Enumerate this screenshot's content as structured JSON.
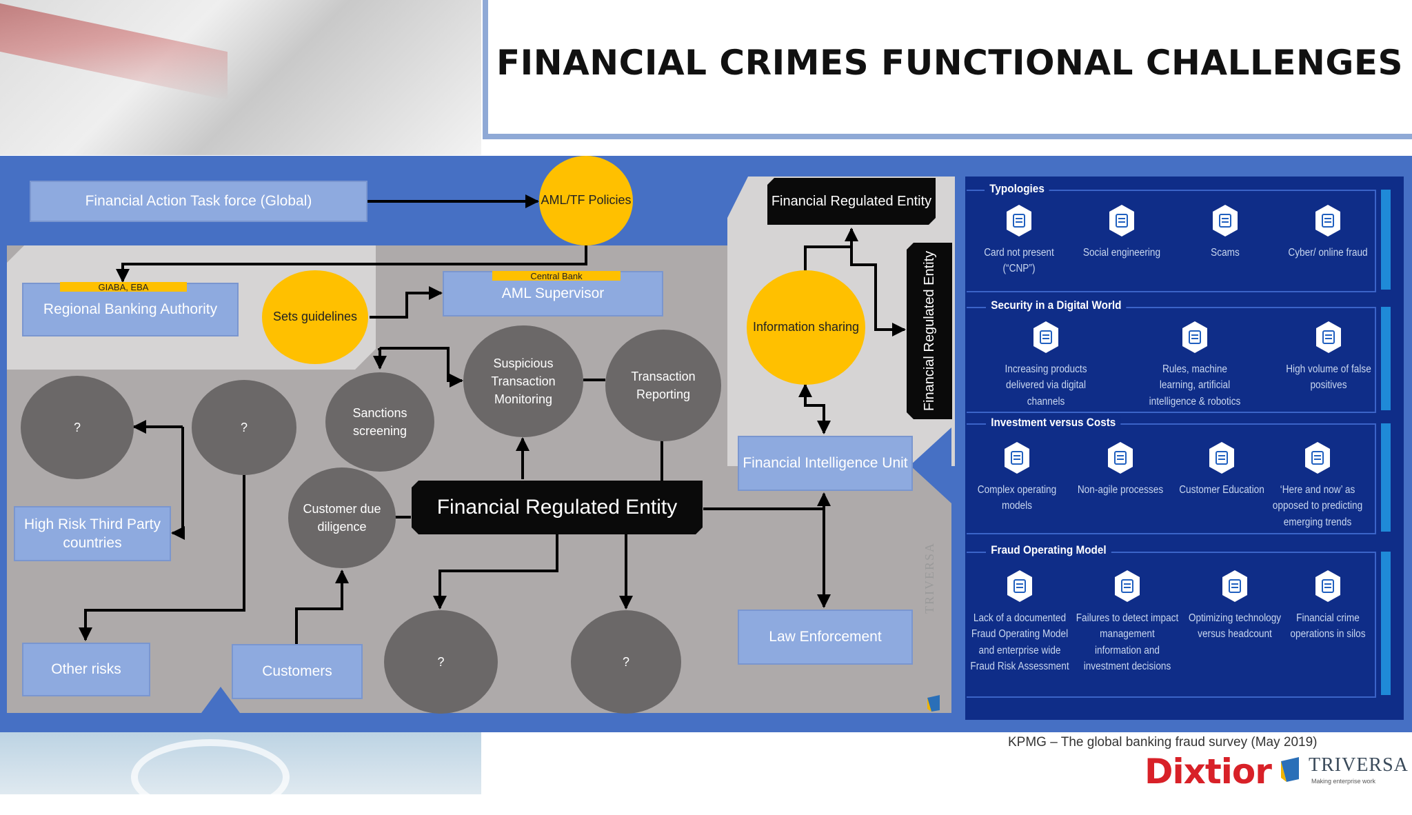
{
  "slide": {
    "title": "FINANCIAL CRIMES FUNCTIONAL CHALLENGES",
    "source": "KPMG – The global banking fraud survey (May 2019)",
    "brand_logo": "Dixtior",
    "partner_logo": "TRIVERSA",
    "partner_tagline": "Making enterprise work",
    "colors": {
      "frame_blue": "#4670c4",
      "accent_yellow": "#ffc000",
      "panel_navy": "#0f2d88",
      "brand_red": "#d82128"
    }
  },
  "diagram": {
    "fatf": "Financial  Action Task force (Global)",
    "aml_policies": "AML/TF Policies",
    "giaba_label": "GIABA, EBA",
    "regional_authority": "Regional Banking Authority",
    "sets_guidelines": "Sets guidelines",
    "central_bank_label": "Central Bank",
    "aml_supervisor": "AML Supervisor",
    "fre_top": "Financial Regulated Entity",
    "fre_side": "Financial Regulated Entity",
    "information_sharing": "Information sharing",
    "unknown_1": "?",
    "unknown_2": "?",
    "sanctions_screening": "Sanctions screening",
    "stm": "Suspicious Transaction Monitoring",
    "transaction_reporting": "Transaction Reporting",
    "fiu": "Financial Intelligence Unit",
    "high_risk": "High Risk Third Party countries",
    "cdd": "Customer due diligence",
    "fre_center": "Financial Regulated Entity",
    "law_enforcement": "Law Enforcement",
    "other_risks": "Other risks",
    "customers": "Customers",
    "unknown_3": "?",
    "unknown_4": "?",
    "watermark": "TRIVERSA"
  },
  "challenges": {
    "sections": [
      {
        "title": "Typologies",
        "items": [
          {
            "icon": "credit-card-icon",
            "label": "Card not present (“CNP”)"
          },
          {
            "icon": "social-engineering-icon",
            "label": "Social engineering"
          },
          {
            "icon": "scam-icon",
            "label": "Scams"
          },
          {
            "icon": "cyber-fraud-icon",
            "label": "Cyber/ online fraud"
          }
        ]
      },
      {
        "title": "Security in a Digital World",
        "items": [
          {
            "icon": "digital-channels-icon",
            "label": "Increasing products delivered via digital channels"
          },
          {
            "icon": "ai-robotics-icon",
            "label": "Rules, machine learning, artificial intelligence & robotics"
          },
          {
            "icon": "false-positives-icon",
            "label": "High volume of false positives"
          }
        ]
      },
      {
        "title": "Investment versus Costs",
        "items": [
          {
            "icon": "operating-models-icon",
            "label": "Complex operating models"
          },
          {
            "icon": "non-agile-icon",
            "label": "Non-agile processes"
          },
          {
            "icon": "customer-education-icon",
            "label": "Customer Education"
          },
          {
            "icon": "balance-scale-icon",
            "label": "‘Here and now’ as opposed to predicting emerging trends"
          }
        ]
      },
      {
        "title": "Fraud Operating Model",
        "items": [
          {
            "icon": "document-icon",
            "label": "Lack of a documented Fraud Operating Model and enterprise wide Fraud Risk Assessment"
          },
          {
            "icon": "impact-management-icon",
            "label": "Failures to detect impact management information and investment decisions"
          },
          {
            "icon": "optimization-icon",
            "label": "Optimizing technology versus headcount"
          },
          {
            "icon": "silo-operations-icon",
            "label": "Financial crime operations in silos"
          }
        ]
      }
    ]
  }
}
